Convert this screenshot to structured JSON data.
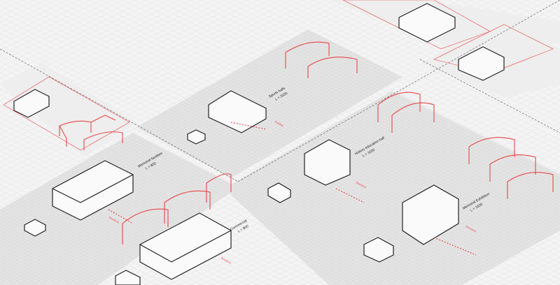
{
  "colors": {
    "background": "#f4f4f4",
    "platform": "#e6e6e6",
    "accent": "#e8474a",
    "line": "#222222"
  },
  "buildings": [
    {
      "name": "Memorial facilities",
      "scale": "L = 800",
      "tag": "Structure"
    },
    {
      "name": "Commercial",
      "scale": "L = 800",
      "tag": "Structure"
    },
    {
      "name": "Sports halls",
      "scale": "L = 2000",
      "tag": "Pavilion"
    },
    {
      "name": "History education hall",
      "scale": "L = 1600",
      "tag": "Structure"
    },
    {
      "name": "Memorial Exhibition",
      "scale": "L = 1600",
      "tag": "Structure"
    }
  ]
}
